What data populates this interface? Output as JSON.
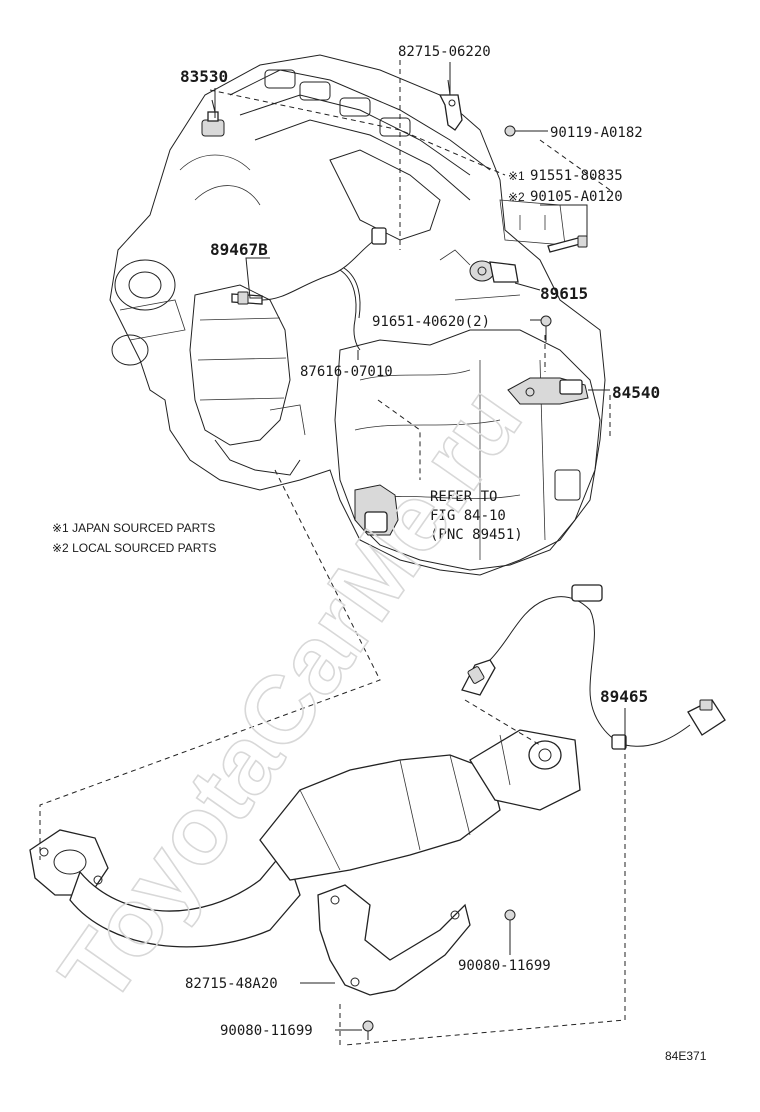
{
  "parts": {
    "p83530": "83530",
    "p82715_06220": "82715-06220",
    "p90119": "90119-A0182",
    "p91551": "91551-80835",
    "p90105": "90105-A0120",
    "p89467B": "89467B",
    "p89615": "89615",
    "p91651": "91651-40620(2)",
    "p84540": "84540",
    "p87616": "87616-07010",
    "p89465": "89465",
    "p82715_48A20": "82715-48A20",
    "p90080_a": "90080-11699",
    "p90080_b": "90080-11699"
  },
  "marks": {
    "m1": "※1",
    "m2": "※2"
  },
  "refer": {
    "line1": "REFER TO",
    "line2": "FIG 84-10",
    "line3": "(PNC 89451)"
  },
  "notes": {
    "n1": "※1 JAPAN SOURCED PARTS",
    "n2": "※2 LOCAL SOURCED PARTS"
  },
  "watermark": "ToyotaCarMe.ru",
  "figure_code": "84E371"
}
